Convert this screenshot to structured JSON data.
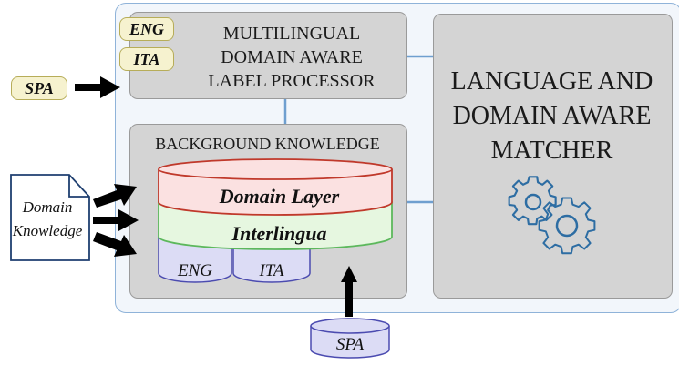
{
  "input_language": "SPA",
  "processor": {
    "languages": [
      "ENG",
      "ITA"
    ],
    "title_lines": [
      "MULTILINGUAL",
      "DOMAIN AWARE",
      "LABEL PROCESSOR"
    ]
  },
  "matcher": {
    "title_lines": [
      "LANGUAGE AND",
      "DOMAIN AWARE",
      "MATCHER"
    ],
    "icon": "gears-icon"
  },
  "background_knowledge": {
    "title": "BACKGROUND KNOWLEDGE",
    "domain_layer": "Domain Layer",
    "interlingua": "Interlingua",
    "language_stores": [
      "ENG",
      "ITA"
    ]
  },
  "domain_knowledge": {
    "lines": [
      "Domain",
      "Knowledge"
    ],
    "icon": "document-icon"
  },
  "new_language_store": "SPA",
  "colors": {
    "panel_border": "#8fb3d9",
    "box_fill": "#d4d4d4",
    "domain_layer_fill": "#fbe1e1",
    "domain_layer_stroke": "#c0392b",
    "interlingua_fill": "#e6f7e0",
    "interlingua_stroke": "#5cb85c",
    "language_store_fill": "#dcdcf5",
    "language_store_stroke": "#4b4bb0",
    "pill_fill": "#f6f2cf"
  }
}
